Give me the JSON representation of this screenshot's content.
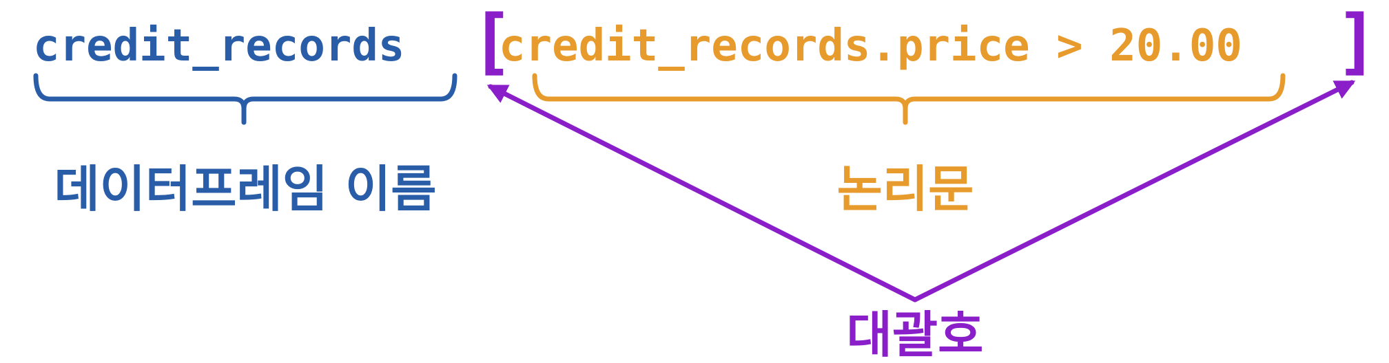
{
  "code": {
    "dataframe_name": "credit_records",
    "open_bracket": "[",
    "logical_statement": "credit_records.price > 20.00",
    "close_bracket": "]"
  },
  "labels": {
    "dataframe_name_label": "데이터프레임 이름",
    "logical_statement_label": "논리문",
    "brackets_label": "대괄호"
  },
  "colors": {
    "dataframe_blue": "#2a5da8",
    "logical_orange": "#e89b2d",
    "bracket_purple": "#8a1fc9"
  }
}
